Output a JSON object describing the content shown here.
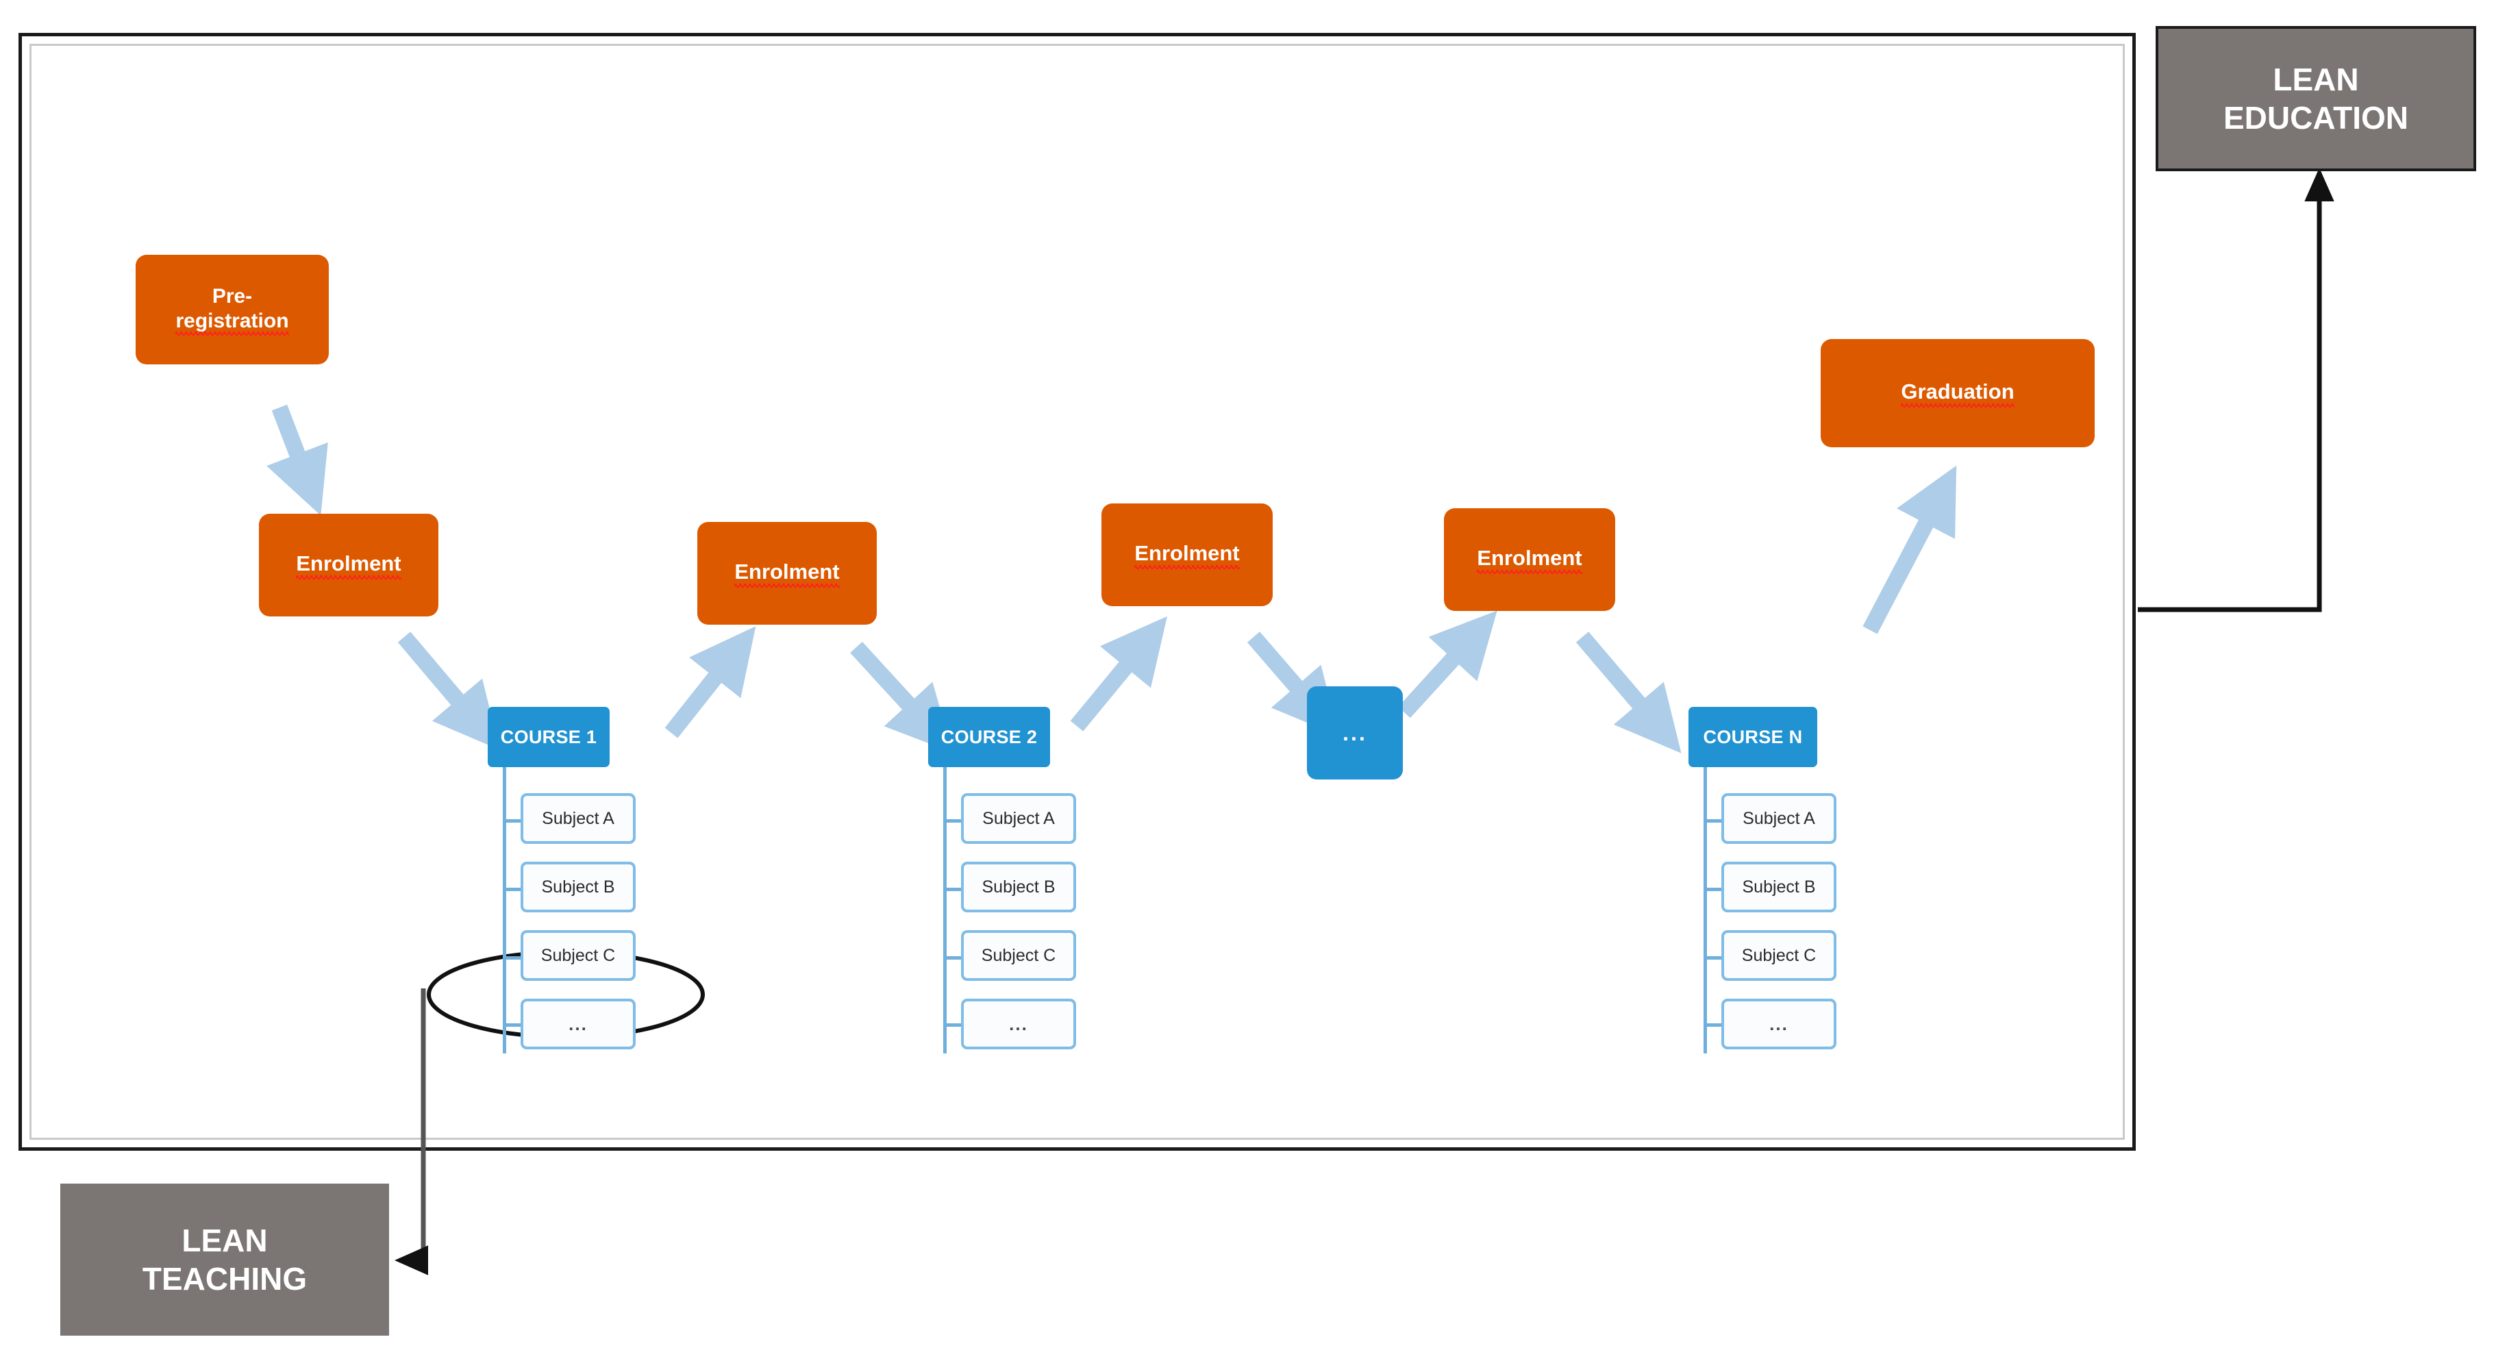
{
  "diagram": {
    "title_boxes": {
      "lean_education": "LEAN\nEDUCATION",
      "lean_education_line1": "LEAN",
      "lean_education_line2": "EDUCATION",
      "lean_teaching_line1": "LEAN",
      "lean_teaching_line2": "TEACHING"
    },
    "colors": {
      "orange": "#DD5900",
      "blue": "#2192D2",
      "light_blue_border": "#7FBCE6",
      "arrow_blue": "#AECDE8",
      "grey": "#7B7573",
      "frame_black": "#1a1a1a",
      "spellcheck_red": "#ff2020"
    },
    "stages": [
      {
        "id": "pre-registration",
        "line1": "Pre-",
        "line2": "registration",
        "misspelled": "registration"
      },
      {
        "id": "enrolment-1",
        "label": "Enrolment",
        "misspelled": "Enrolment"
      },
      {
        "id": "enrolment-2",
        "label": "Enrolment",
        "misspelled": "Enrolment"
      },
      {
        "id": "enrolment-3",
        "label": "Enrolment",
        "misspelled": "Enrolment"
      },
      {
        "id": "enrolment-4",
        "label": "Enrolment",
        "misspelled": "Enrolment"
      },
      {
        "id": "graduation",
        "label": "Graduation",
        "misspelled": "Graduation"
      }
    ],
    "courses": [
      {
        "id": "course-1",
        "header": "COURSE 1",
        "subjects": [
          "Subject A",
          "Subject B",
          "Subject C",
          "..."
        ],
        "highlighted_subject": "Subject C"
      },
      {
        "id": "course-2",
        "header": "COURSE 2",
        "subjects": [
          "Subject A",
          "Subject B",
          "Subject C",
          "..."
        ]
      },
      {
        "id": "course-n",
        "header": "COURSE N",
        "subjects": [
          "Subject A",
          "Subject B",
          "Subject C",
          "..."
        ]
      }
    ],
    "more_courses_label": "..."
  }
}
